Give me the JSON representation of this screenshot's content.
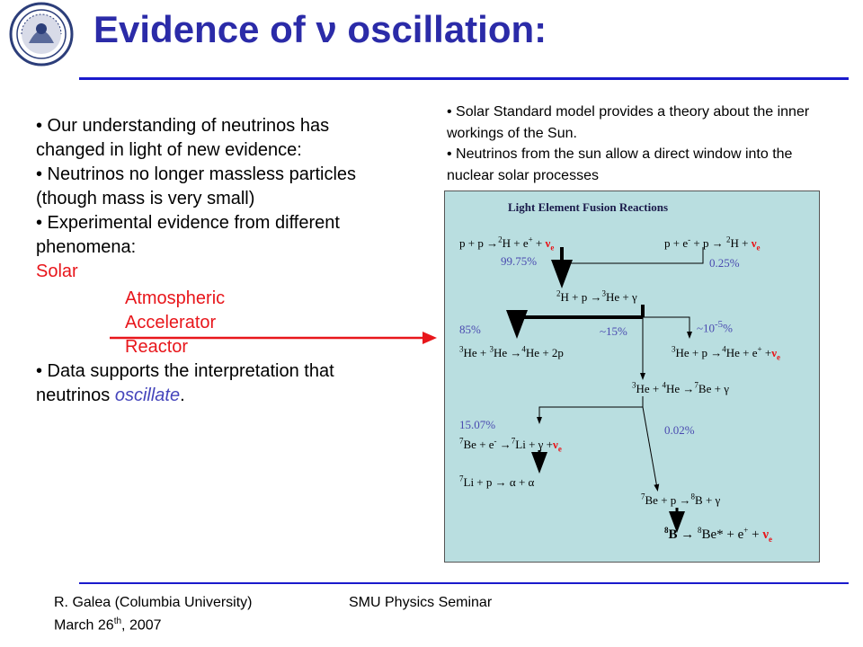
{
  "header": {
    "title": "Evidence of ν oscillation:"
  },
  "left": {
    "b1": "• Our understanding of neutrinos has changed in light of new evidence:",
    "b2": "• Neutrinos no longer massless particles (though mass is very small)",
    "b3": "• Experimental evidence from different phenomena:",
    "phen": [
      "Solar",
      "Atmospheric",
      "Accelerator",
      "Reactor"
    ],
    "b4_pre": "• Data supports the interpretation that neutrinos ",
    "b4_em": "oscillate",
    "b4_post": "."
  },
  "right": {
    "b1": "• Solar Standard model provides a theory about the inner workings of the Sun.",
    "b2": "• Neutrinos from the sun allow a direct window into the nuclear solar processes"
  },
  "diagram": {
    "heading": "Light Element Fusion Reactions",
    "pct_9975": "99.75%",
    "pct_025": "0.25%",
    "pct_85": "85%",
    "pct_15": "~15%",
    "pct_1e5_base": "~10",
    "pct_1e5_exp": "-5",
    "pct_1e5_unit": "%",
    "pct_1507": "15.07%",
    "pct_002": "0.02%"
  },
  "footer": {
    "author": "R. Galea (Columbia University)",
    "date_pre": "March 26",
    "date_sup": "th",
    "date_post": ", 2007",
    "event": "SMU Physics Seminar"
  },
  "colors": {
    "title": "#2b2ba8",
    "rule": "#1a1acc",
    "accent": "#e8161b",
    "diagram_bg": "#b9dee0"
  }
}
